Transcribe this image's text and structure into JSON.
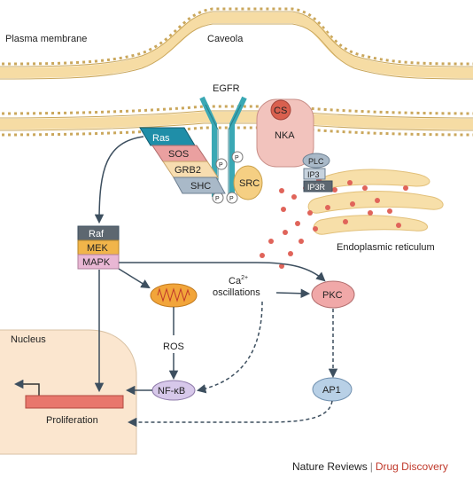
{
  "labels": {
    "plasma_membrane": "Plasma membrane",
    "caveola": "Caveola",
    "egfr": "EGFR",
    "cs": "CS",
    "nka": "NKA",
    "ras": "Ras",
    "sos": "SOS",
    "grb2": "GRB2",
    "shc": "SHC",
    "p": "P",
    "src": "SRC",
    "plc": "PLC",
    "ip3": "IP3",
    "ip3r": "IP3R",
    "er": "Endoplasmic reticulum",
    "raf": "Raf",
    "mek": "MEK",
    "mapk": "MAPK",
    "ca": "Ca",
    "ca_sup": "2+",
    "oscillations": "oscillations",
    "pkc": "PKC",
    "nucleus": "Nucleus",
    "ros": "ROS",
    "nfkb": "NF-κB",
    "ap1": "AP1",
    "proliferation": "Proliferation"
  },
  "credit": {
    "journal": "Nature Reviews",
    "section": "Drug Discovery"
  },
  "colors": {
    "membrane_head": "#f6dca4",
    "membrane_edge": "#caa75c",
    "cytoplasm_arrow": "#3d4f5f",
    "nucleus_fill": "#fbe6cf",
    "egfr": "#3aa8b4",
    "nka": "#f2c3bd",
    "cs": "#d9604f",
    "ras": "#1f8ea8",
    "sos": "#eaa0a0",
    "grb2": "#f7ddb0",
    "shc": "#a9b9c8",
    "src": "#f5cf83",
    "raf": "#5d6770",
    "mek": "#f1b54a",
    "mapk": "#e9b7d4",
    "calcium": "#e0645a",
    "pkc": "#f0a8a8",
    "nfkb": "#d7c8ea",
    "ap1": "#b8d0e6",
    "proliferation": "#e8776c",
    "mitochondrion": "#f2a53a",
    "er": "#f7dfa9"
  },
  "icons": [
    "mitochondrion-icon",
    "gene-arrow-icon"
  ]
}
